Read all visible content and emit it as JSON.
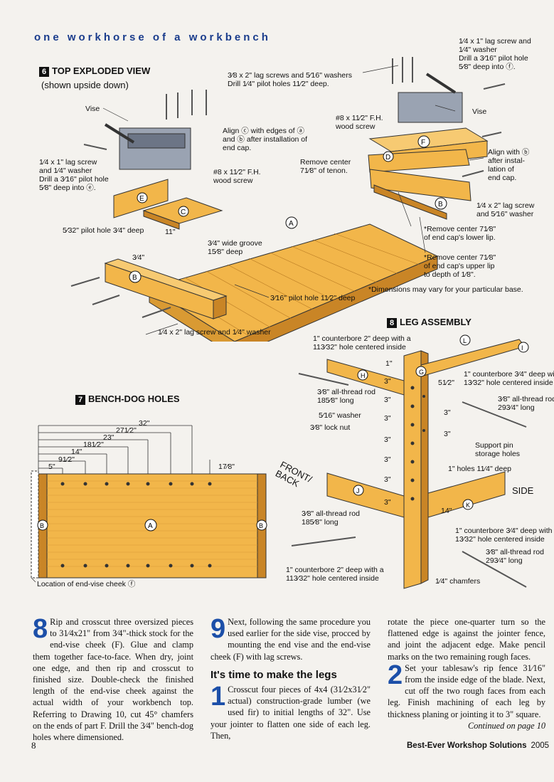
{
  "header": {
    "running_title": "one workhorse of a workbench"
  },
  "fig6": {
    "number": "6",
    "title": "TOP EXPLODED VIEW",
    "subtitle": "(shown upside down)",
    "labels": {
      "vise_left": "Vise",
      "lag_top": "3⁄8 x 2\" lag screws and 5⁄16\" washers\nDrill 1⁄4\" pilot holes 11⁄2\" deep.",
      "lag_right": "1⁄4 x 1\" lag screw and\n1⁄4\" washer\nDrill a 3⁄16\" pilot hole\n5⁄8\" deep into ⓕ.",
      "vise_right": "Vise",
      "wood_screw_right": "#8 x 11⁄2\" F.H.\nwood screw",
      "align_c": "Align ⓒ with edges of ⓐ\nand ⓑ after installation of\nend cap.",
      "lag_left": "1⁄4 x 1\" lag screw\nand 1⁄4\" washer\nDrill a 3⁄16\" pilot hole\n5⁄8\" deep into ⓔ.",
      "wood_screw_mid": "#8 x 11⁄2\" F.H.\nwood screw",
      "remove_tenon": "Remove center\n71⁄8\" of tenon.",
      "align_b": "Align with ⓑ\nafter instal-\nlation of\nend cap.",
      "pilot_532": "5⁄32\" pilot hole 3⁄4\" deep",
      "dim_11": "11\"",
      "groove": "3⁄4\" wide groove\n15⁄8\" deep",
      "dim_34": "3⁄4\"",
      "lag_2": "1⁄4 x 2\" lag screw\nand 5⁄16\" washer",
      "remove_lower": "*Remove center 71⁄8\"\nof end cap's lower lip.",
      "remove_upper": "*Remove center 71⁄8\"\nof end cap's upper lip\nto depth of 1⁄8\".",
      "dimensions_note": "*Dimensions may vary for your particular base.",
      "pilot_316": "3⁄16\" pilot hole 11⁄2\" deep",
      "lag_bottom": "1⁄4 x 2\" lag screw and 1⁄4\" washer",
      "part_a": "A",
      "part_b": "B",
      "part_c": "C",
      "part_d": "D",
      "part_e": "E",
      "part_f": "F"
    }
  },
  "fig7": {
    "number": "7",
    "title": "BENCH-DOG HOLES",
    "dims": [
      "32\"",
      "271⁄2\"",
      "23\"",
      "181⁄2\"",
      "14\"",
      "91⁄2\"",
      "5\""
    ],
    "dim_right": "17⁄8\"",
    "location_note": "Location of end-vise cheek ⓕ",
    "part_a": "A",
    "part_b": "B"
  },
  "fig8": {
    "number": "8",
    "title": "LEG ASSEMBLY",
    "labels": {
      "counterbore_top": "1\" counterbore 2\" deep with a\n113⁄32\" hole centered inside",
      "counterbore_right_top": "1\" counterbore 3⁄4\" deep with a\n13⁄32\" hole centered inside",
      "rod_18_top": "3⁄8\" all-thread rod\n185⁄8\" long",
      "washer": "5⁄16\" washer",
      "lock_nut": "3⁄8\" lock nut",
      "rod_29_top": "3⁄8\" all-thread rod\n293⁄4\" long",
      "support_pin": "Support pin\nstorage holes",
      "holes": "1\" holes 11⁄4\" deep",
      "front_back": "FRONT/\nBACK",
      "side": "SIDE",
      "rod_18_bottom": "3⁄8\" all-thread rod\n185⁄8\" long",
      "counterbore_right_bottom": "1\" counterbore 3⁄4\" deep with a\n13⁄32\" hole centered inside",
      "rod_29_bottom": "3⁄8\" all-thread rod\n293⁄4\" long",
      "counterbore_bottom": "1\" counterbore 2\" deep with a\n113⁄32\" hole centered inside",
      "chamfers": "1⁄4\" chamfers",
      "dim_1": "1\"",
      "dim_512": "51⁄2\"",
      "dim_14": "14\"",
      "dims_3": [
        "3\"",
        "3\"",
        "3\"",
        "3\"",
        "3\"",
        "3\"",
        "3\""
      ],
      "dims_3_right": [
        "3\"",
        "3\""
      ],
      "parts": {
        "g": "G",
        "h": "H",
        "i": "I",
        "j": "J",
        "k": "K",
        "l": "L"
      }
    }
  },
  "text": {
    "col1_drop": "8",
    "col1": "Rip and crosscut three oversized pieces to 31⁄4x21\" from 3⁄4\"-thick stock for the end-vise cheek (F). Glue and clamp them together face-to-face. When dry, joint one edge, and then rip and crosscut to finished size. Double-check the finished length of the end-vise cheek against the actual width of your workbench top. Referring to Drawing 10, cut 45° chamfers on the ends of part F. Drill the 3⁄4\" bench-dog holes where dimensioned.",
    "col2_drop": "9",
    "col2": "Next, following the same procedure you used earlier for the side vise, procced by mounting the end vise and the end-vise cheek (F) with lag screws.",
    "col2_heading": "It's time to make the legs",
    "col2_drop2": "1",
    "col2_b": "Crosscut four pieces of 4x4 (31⁄2x31⁄2\" actual) construction-grade lumber (we used fir) to initial lengths of 32\". Use your jointer to flatten one side of each leg. Then,",
    "col3_a": "rotate the piece one-quarter turn so the flattened edge is against the jointer fence, and joint the adjacent edge. Make pencil marks on the two remaining rough faces.",
    "col3_drop": "2",
    "col3_b": "Set your tablesaw's rip fence 31⁄16\" from the inside edge of the blade. Next, cut off the two rough faces from each leg. Finish machining of each leg by thickness planing or jointing it to 3\" square.",
    "continued": "Continued on page 10"
  },
  "footer": {
    "page": "8",
    "publication": "Best-Ever Workshop Solutions",
    "year": "2005"
  },
  "colors": {
    "wood": "#f2b64a",
    "wood_dark": "#c98526",
    "accent": "#1c4fa8",
    "steel": "#8f97a6"
  }
}
